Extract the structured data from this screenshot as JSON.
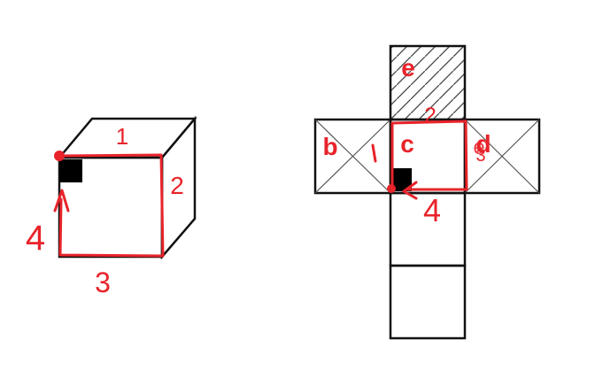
{
  "cube": {
    "edge_labels": {
      "top": "1",
      "right": "2",
      "bottom": "3",
      "left": "4"
    }
  },
  "net": {
    "face_labels": {
      "top": "e",
      "left": "b",
      "center": "c",
      "right": "d",
      "right_overlay": "e"
    },
    "edge_labels": {
      "left": "1",
      "top": "2",
      "right": "3",
      "bottom": "4"
    }
  },
  "colors": {
    "outline": "#111111",
    "annotation": "#e8232a",
    "marker": "#000000",
    "background": "#ffffff"
  }
}
